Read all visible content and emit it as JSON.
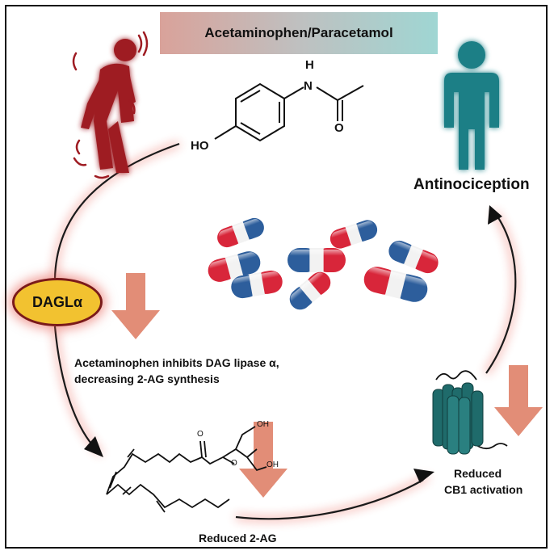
{
  "title": "Acetaminophen/Paracetamol",
  "molecule_labels": {
    "ho": "HO",
    "h": "H",
    "n": "N",
    "o": "O"
  },
  "lipid_labels": {
    "o_ester": "O",
    "o_carbonyl": "O",
    "oh_top": "OH",
    "oh_bottom": "OH"
  },
  "dagl_label": "DAGLα",
  "inhibition_text": [
    "Acetaminophen inhibits DAG lipase α,",
    "decreasing 2-AG synthesis"
  ],
  "reduced_2ag": "Reduced 2-AG",
  "reduced_cb1": [
    "Reduced",
    "CB1 activation"
  ],
  "outcome": "Antinociception",
  "colors": {
    "pain_figure": "#9e1b22",
    "healthy_figure": "#1e7f86",
    "arrow_down": "#e28d77",
    "glow": "#e8574a",
    "receptor": "#1f6b6b",
    "pill_red": "#d8263a",
    "pill_blue": "#2d5e9c"
  },
  "icons": [
    "pain-person-icon",
    "healthy-person-icon",
    "pills-icon",
    "cb1-receptor-icon"
  ]
}
